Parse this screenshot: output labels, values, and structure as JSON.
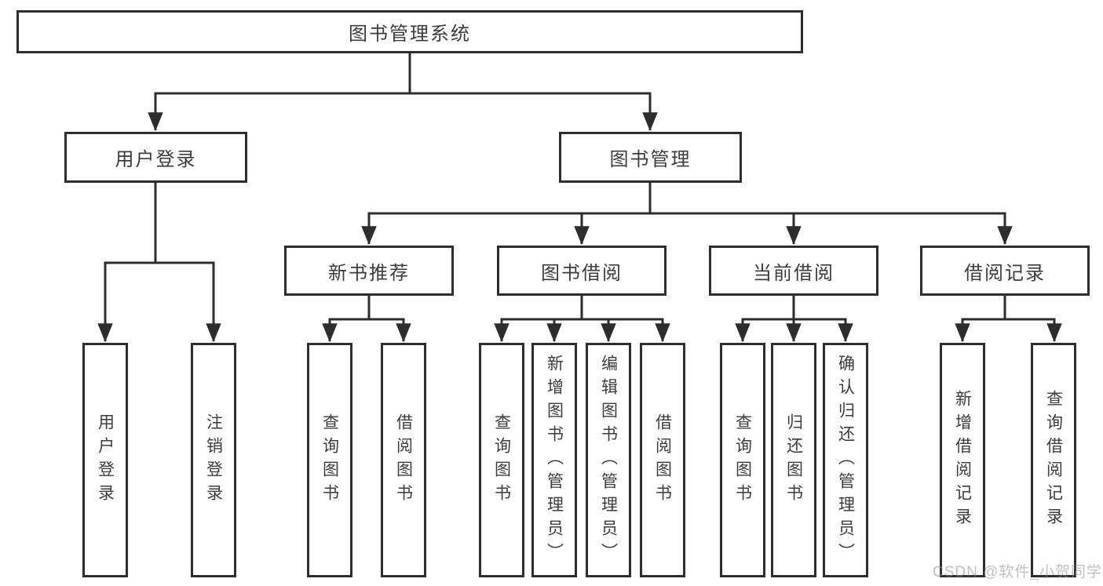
{
  "diagram": {
    "root": "图书管理系统",
    "user_login": {
      "label": "用户登录",
      "children": [
        "用户登录",
        "注销登录"
      ]
    },
    "book_management": {
      "label": "图书管理"
    },
    "new_book_recommend": {
      "label": "新书推荐",
      "children": [
        "查询图书",
        "借阅图书"
      ]
    },
    "book_borrow": {
      "label": "图书借阅",
      "children": [
        "查询图书",
        "新增图书（管理员）",
        "编辑图书（管理员）",
        "借阅图书"
      ]
    },
    "current_borrow": {
      "label": "当前借阅",
      "children": [
        "查询图书",
        "归还图书",
        "确认归还（管理员）"
      ]
    },
    "borrow_records": {
      "label": "借阅记录",
      "children": [
        "新增借阅记录",
        "查询借阅记录"
      ]
    }
  },
  "watermark": {
    "text": "CSDN @软件_小贺同学"
  },
  "colors": {
    "line": "#2d2d2d",
    "text": "#3c3c3c",
    "watermark": "#bcbcbc",
    "background": "#ffffff"
  }
}
